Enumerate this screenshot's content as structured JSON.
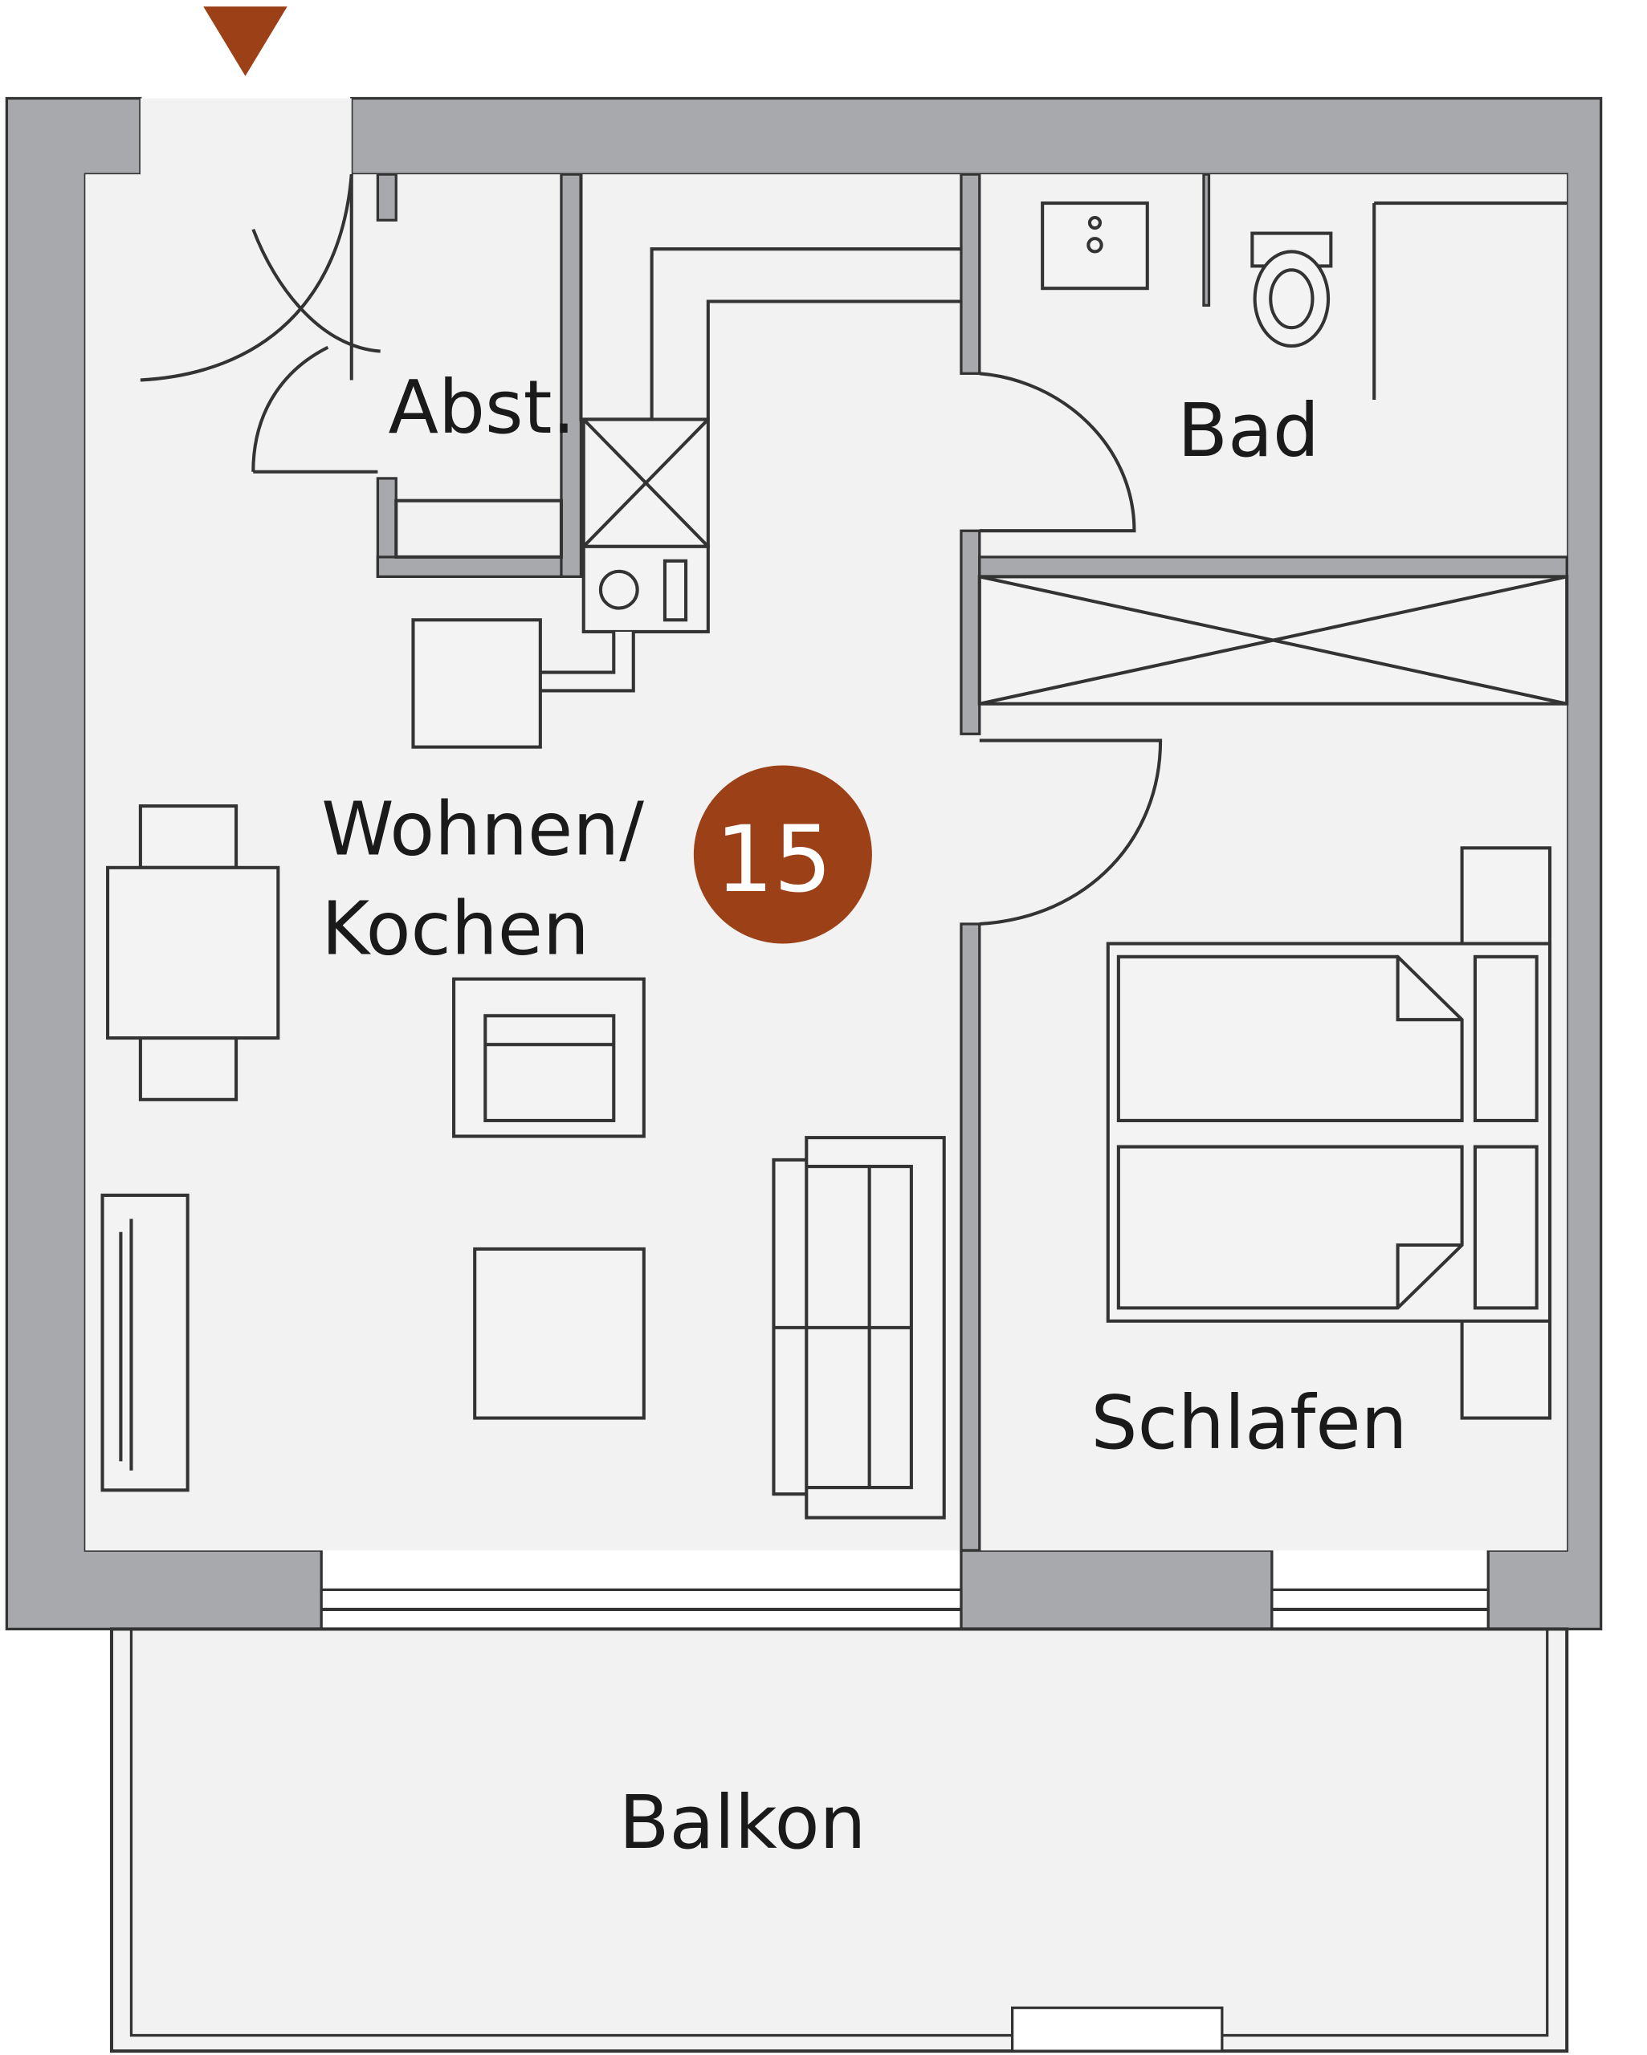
{
  "plan": {
    "unit_number": "15",
    "accent_color": "#9c4018",
    "wall_color": "#a7a9ac",
    "floor_color": "#f2f2f2",
    "entrance_marker": "entrance-triangle-icon",
    "rooms": {
      "abstellraum": "Abst.",
      "bad": "Bad",
      "wohnen_line1": "Wohnen/",
      "wohnen_line2": "Kochen",
      "schlafen": "Schlafen",
      "balkon": "Balkon"
    }
  }
}
